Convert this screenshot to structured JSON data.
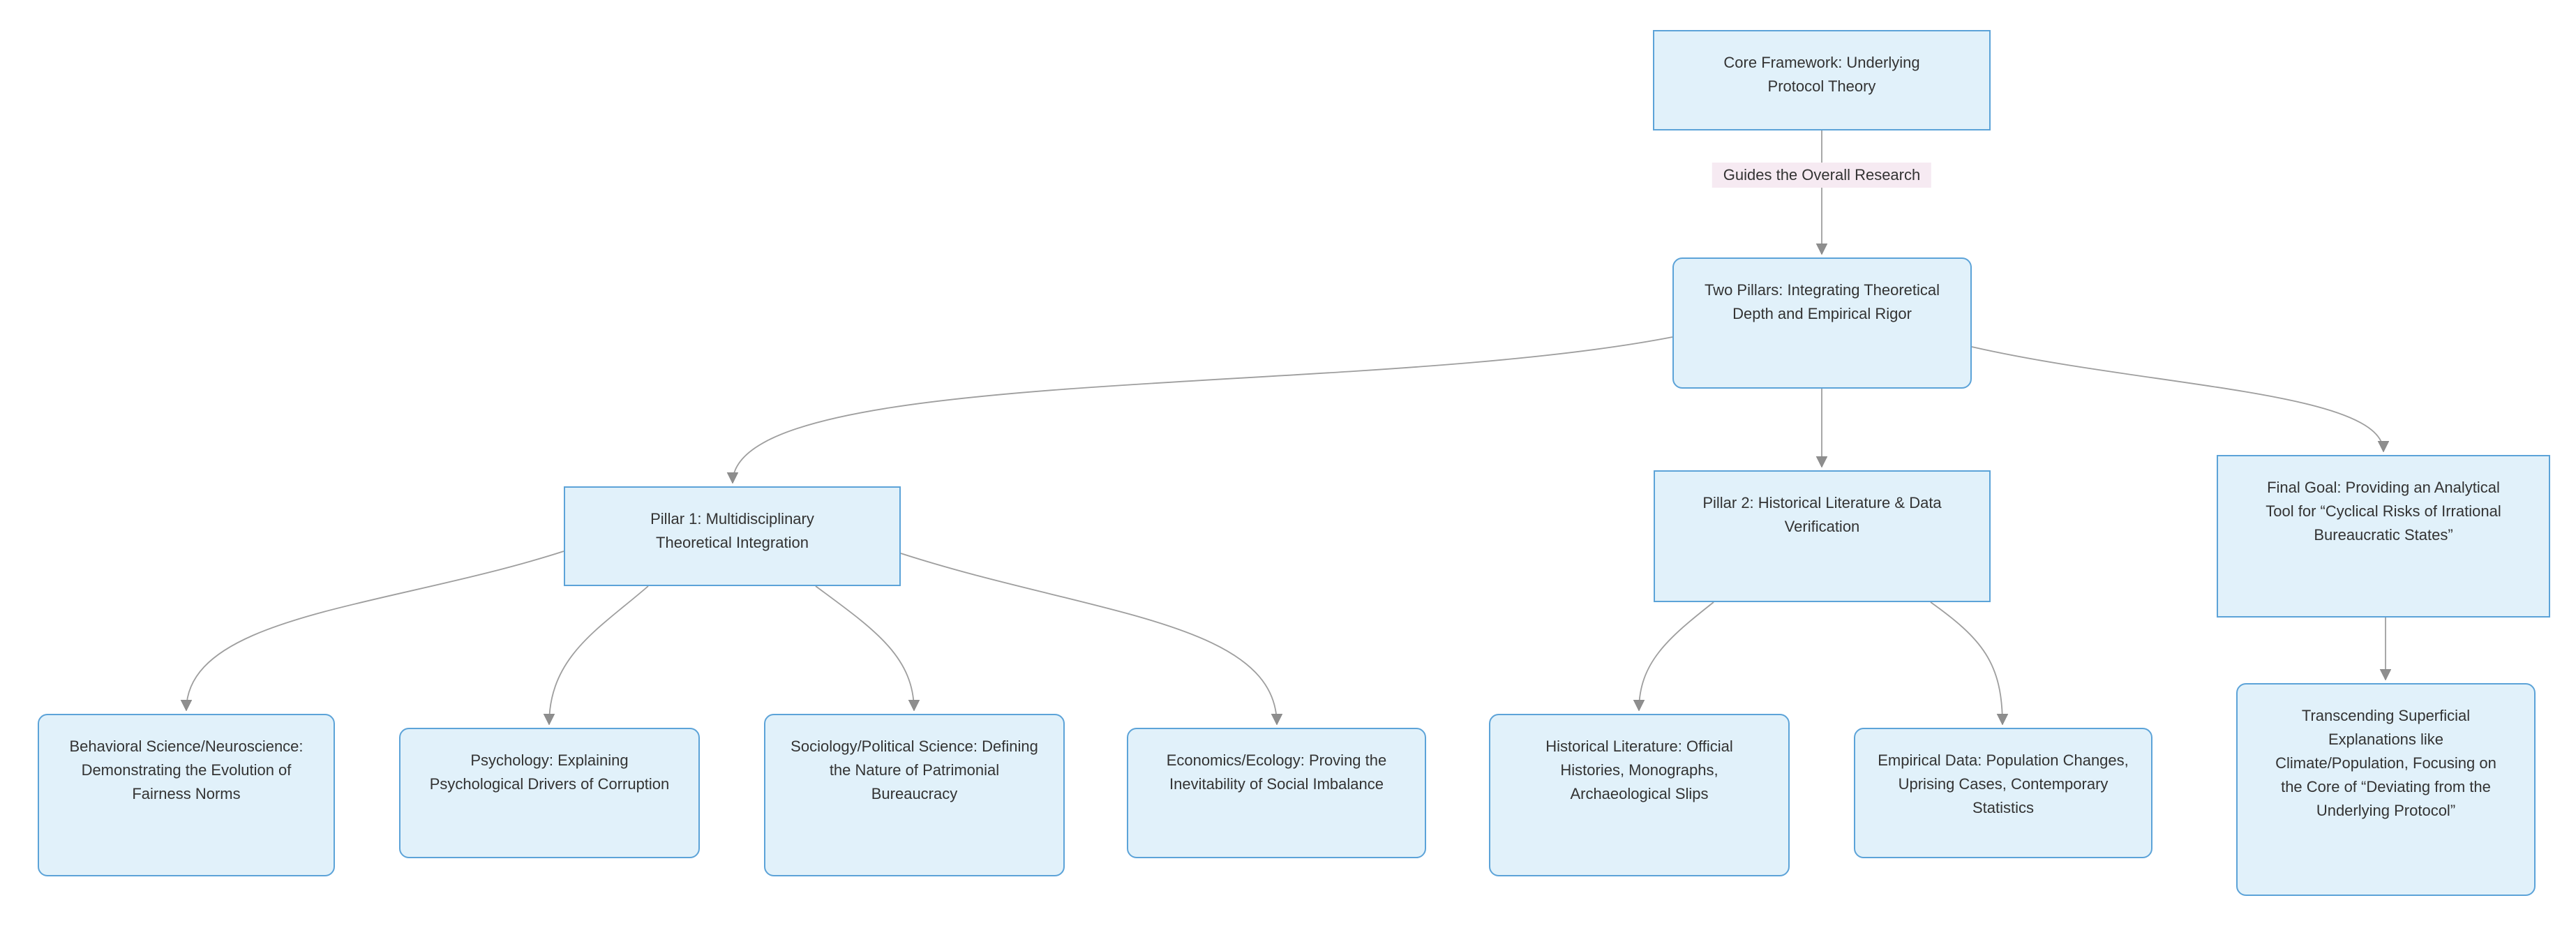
{
  "diagram": {
    "type": "flowchart",
    "direction": "top-down",
    "nodes": [
      {
        "id": "core",
        "shape": "rect",
        "label": "Core Framework: Underlying\nProtocol Theory"
      },
      {
        "id": "twopillars",
        "shape": "rounded",
        "label": "Two Pillars: Integrating Theoretical\nDepth and Empirical Rigor"
      },
      {
        "id": "pillar1",
        "shape": "rect",
        "label": "Pillar 1: Multidisciplinary\nTheoretical Integration"
      },
      {
        "id": "pillar2",
        "shape": "rect",
        "label": "Pillar 2: Historical Literature & Data\nVerification"
      },
      {
        "id": "finalgoal",
        "shape": "rect",
        "label": "Final Goal: Providing an Analytical\nTool for “Cyclical Risks of Irrational\nBureaucratic States”"
      },
      {
        "id": "behavioral",
        "shape": "rounded",
        "label": "Behavioral Science/Neuroscience:\nDemonstrating the Evolution of\nFairness Norms"
      },
      {
        "id": "psychology",
        "shape": "rounded",
        "label": "Psychology: Explaining\nPsychological Drivers of Corruption"
      },
      {
        "id": "sociology",
        "shape": "rounded",
        "label": "Sociology/Political Science: Defining\nthe Nature of Patrimonial\nBureaucracy"
      },
      {
        "id": "economics",
        "shape": "rounded",
        "label": "Economics/Ecology: Proving the\nInevitability of Social Imbalance"
      },
      {
        "id": "histlit",
        "shape": "rounded",
        "label": "Historical Literature: Official\nHistories, Monographs,\nArchaeological Slips"
      },
      {
        "id": "empirical",
        "shape": "rounded",
        "label": "Empirical Data: Population Changes,\nUprising Cases, Contemporary\nStatistics"
      },
      {
        "id": "transcend",
        "shape": "rounded",
        "label": "Transcending Superficial\nExplanations like\nClimate/Population, Focusing on\nthe Core of “Deviating from the\nUnderlying Protocol”"
      }
    ],
    "edges": [
      {
        "from": "core",
        "to": "twopillars",
        "label": "Guides the Overall Research"
      },
      {
        "from": "twopillars",
        "to": "pillar1",
        "label": ""
      },
      {
        "from": "twopillars",
        "to": "pillar2",
        "label": ""
      },
      {
        "from": "twopillars",
        "to": "finalgoal",
        "label": ""
      },
      {
        "from": "pillar1",
        "to": "behavioral",
        "label": ""
      },
      {
        "from": "pillar1",
        "to": "psychology",
        "label": ""
      },
      {
        "from": "pillar1",
        "to": "sociology",
        "label": ""
      },
      {
        "from": "pillar1",
        "to": "economics",
        "label": ""
      },
      {
        "from": "pillar2",
        "to": "histlit",
        "label": ""
      },
      {
        "from": "pillar2",
        "to": "empirical",
        "label": ""
      },
      {
        "from": "finalgoal",
        "to": "transcend",
        "label": ""
      }
    ],
    "colors": {
      "node_fill": "#e1f1fa",
      "node_border": "#5ca3d8",
      "edge": "#9e9e9e",
      "arrow": "#8e8e8e",
      "label_bg": "#f6eaf2",
      "text": "#333333"
    }
  }
}
